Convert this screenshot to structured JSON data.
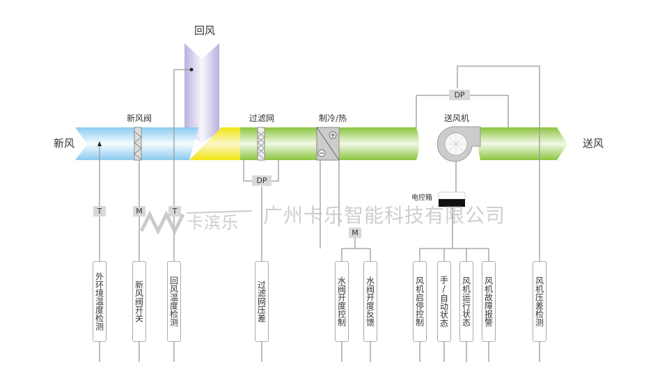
{
  "labels": {
    "fresh_air": "新风",
    "return_air": "回风",
    "supply_air": "送风",
    "fresh_damper": "新风阀",
    "filter": "过滤网",
    "coil": "制冷/热",
    "fan": "送风机",
    "control_box": "电控箱"
  },
  "tags": {
    "t1": "T",
    "m1": "M",
    "t2": "T",
    "dp_filter": "DP",
    "dp_fan": "DP",
    "m_valve": "M"
  },
  "points": [
    "外环境温度检测",
    "新风阀开关",
    "回风温度检测",
    "过滤网压差",
    "水阀开度控制",
    "水阀开度反馈",
    "风机启停控制",
    "手/自动状态",
    "风机运行状态",
    "风机故障报警",
    "风机压差检测"
  ],
  "watermark": {
    "brand": "卡滨乐",
    "company": "广州卡乐智能科技有限公司"
  },
  "colors": {
    "fresh": "#9fd3f2",
    "mix": "#f2ea2a",
    "treated": "#9ccc5a",
    "return": "#c9c3e6",
    "line": "#999999"
  }
}
